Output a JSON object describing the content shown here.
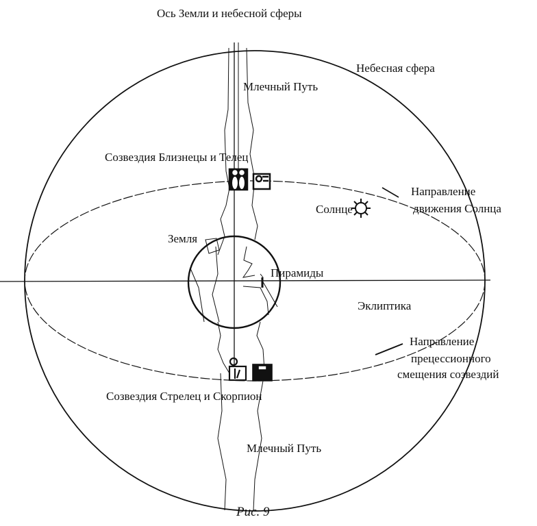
{
  "title": "Ось Земли и небесной сферы",
  "labels": {
    "celestial_sphere": "Небесная сфера",
    "milky_way_top": "Млечный Путь",
    "gemini_taurus": "Созвездия Близнецы и Телец",
    "sun_direction_1": "Направление",
    "sun_direction_2": "движения Солнца",
    "sun": "Солнце",
    "earth": "Земля",
    "pyramids": "Пирамиды",
    "ecliptic": "Эклиптика",
    "precession_1": "Направление",
    "precession_2": "прецессионного",
    "precession_3": "смещения созвездий",
    "sagittarius_scorpio": "Созвездия Стрелец и Скорпион",
    "milky_way_bottom": "Млечный Путь"
  },
  "caption": "Рис. 9",
  "colors": {
    "ink": "#111111",
    "paper": "#ffffff"
  }
}
